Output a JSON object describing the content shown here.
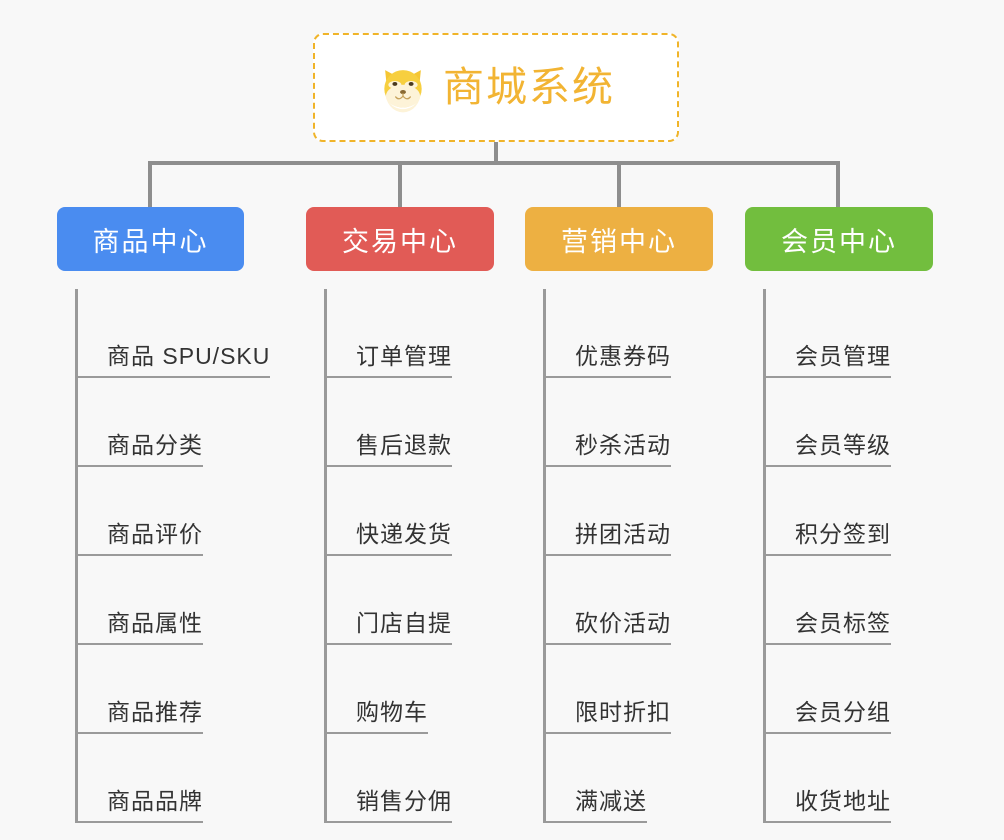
{
  "diagram": {
    "type": "organization-chart",
    "background_color": "#f8f8f8",
    "connector_color": "#8e8e8e",
    "root": {
      "title": "商城系统",
      "icon": "shiba-dog-face-icon",
      "text_color": "#f2b433",
      "border_color": "#f0b429",
      "border_style": "dashed",
      "background_color": "#ffffff"
    },
    "columns": [
      {
        "header": "商品中心",
        "color": "#4a8cf0",
        "items": [
          "商品 SPU/SKU",
          "商品分类",
          "商品评价",
          "商品属性",
          "商品推荐",
          "商品品牌"
        ]
      },
      {
        "header": "交易中心",
        "color": "#e15b56",
        "items": [
          "订单管理",
          "售后退款",
          "快递发货",
          "门店自提",
          "购物车",
          "销售分佣"
        ]
      },
      {
        "header": "营销中心",
        "color": "#edb042",
        "items": [
          "优惠券码",
          "秒杀活动",
          "拼团活动",
          "砍价活动",
          "限时折扣",
          "满减送"
        ]
      },
      {
        "header": "会员中心",
        "color": "#72be3e",
        "items": [
          "会员管理",
          "会员等级",
          "积分签到",
          "会员标签",
          "会员分组",
          "收货地址"
        ]
      }
    ]
  }
}
